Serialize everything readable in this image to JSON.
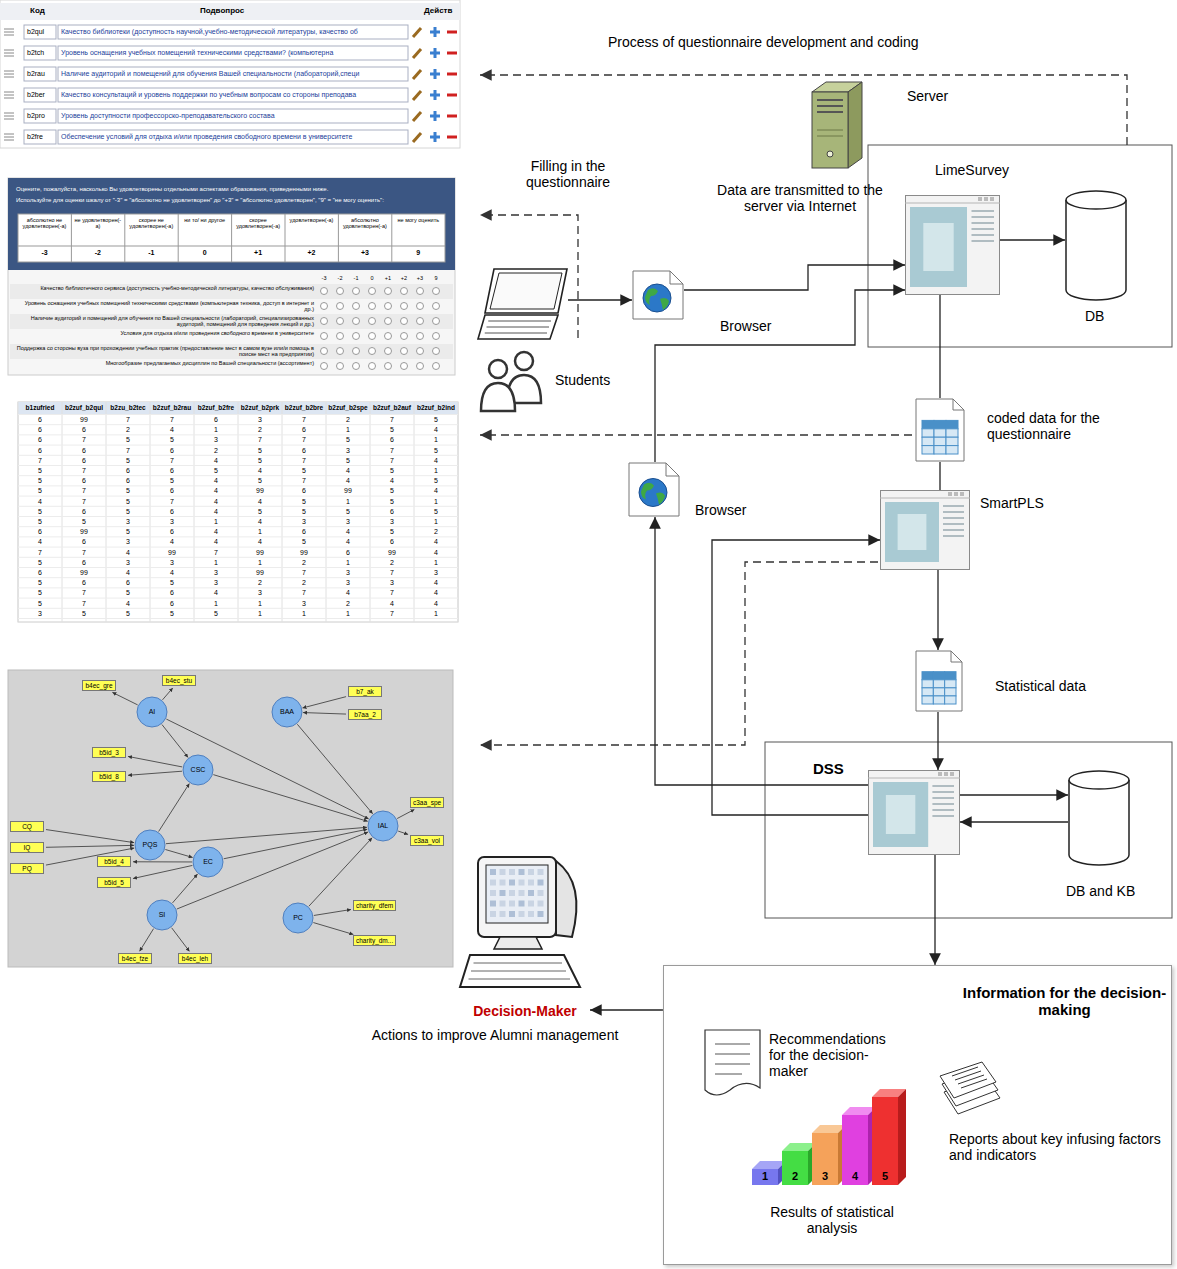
{
  "diagram": {
    "nodes": [
      {
        "text": [
          "Filling in the questionnaire"
        ]
      },
      {
        "text": [
          "Students"
        ]
      },
      {
        "text": [
          "Browser"
        ]
      },
      {
        "text": [
          "LimeSurvey"
        ]
      },
      {
        "text": [
          "DB"
        ]
      },
      {
        "text": [
          "coded data for the questionnaire"
        ]
      },
      {
        "text": [
          "SmartPLS"
        ]
      },
      {
        "text": [
          "Browser"
        ]
      },
      {
        "text": [
          "Statistical data"
        ]
      },
      {
        "text": [
          "DSS"
        ]
      },
      {
        "text": [
          "DB and KB"
        ]
      },
      {
        "text": [
          "Information for the decision-making",
          "Recommendations for the decision-maker",
          "Reports about key infusing factors and indicators",
          "Results of statistical analysis"
        ]
      },
      {
        "text": [
          "Decision-Maker",
          "Actions to improve Alumni management"
        ]
      }
    ],
    "edges": [
      {
        "from": 0,
        "to": 2,
        "arrow": "to"
      },
      {
        "from": 2,
        "to": 3,
        "arrow": "to"
      },
      {
        "from": 7,
        "to": 3,
        "arrow": "to"
      },
      {
        "from": 3,
        "to": 4,
        "arrow": "to"
      },
      {
        "from": 3,
        "to": 5,
        "arrow": "none"
      },
      {
        "from": 5,
        "to": 6,
        "arrow": "none"
      },
      {
        "from": 6,
        "to": 8,
        "arrow": "to"
      },
      {
        "from": 8,
        "to": 9,
        "arrow": "to"
      },
      {
        "from": 9,
        "to": 10,
        "arrow": "to"
      },
      {
        "from": 10,
        "to": 9,
        "arrow": "to"
      },
      {
        "from": 9,
        "to": 7,
        "arrow": "to"
      },
      {
        "from": 9,
        "to": 6,
        "arrow": "to"
      },
      {
        "from": 9,
        "to": 11,
        "arrow": "to"
      },
      {
        "from": 11,
        "to": 12,
        "arrow": "to"
      }
    ],
    "labels": [
      "Process of questionnaire development and coding",
      "Server",
      "Data are transmitted to the server via Internet",
      "1",
      "2",
      "3",
      "4",
      "5",
      "Код",
      "Подвопрос",
      "Действ",
      "b2qul",
      "Качество библиотеки (доступность научной,учебно-методической литературы, качество об",
      "b2tch",
      "Уровень оснащения учебных помещений техническими средствами? (компьютерна",
      "b2rau",
      "Наличие аудиторий и помещений для обучения Вашей специальности (лабораторий,специ",
      "b2ber",
      "Качество консультаций и уровень поддержки по учебным вопросам со стороны преподава",
      "b2pro",
      "Уровень доступности профессорско-преподавательского состава",
      "b2fre",
      "Обеспечение условий для отдыха и/или проведения свободного времени в университете",
      "Оцените, пожалуйста, насколько Вы удовлетворены отдельными аспектами образования, приведенными ниже.",
      "Используйте для оценки шкалу от \"-3\" = \"абсолютно не удовлетворен\" до \"+3\" = \"абсолютно удовлетворен\", \"9\" = \"не могу оценить\":",
      "абсолютно не удовлетворен(-а)",
      "не удовлетворен(-а)",
      "скорее не удовлетворен(-а)",
      "ни то/ ни другое",
      "скорее удовлетворен(-а)",
      "удовлетворен(-а)",
      "абсолютно удовлетворен(-а)",
      "не могу оценить",
      "-3",
      "-2",
      "-1",
      "0",
      "+1",
      "+2",
      "+3",
      "9",
      "-3",
      "-2",
      "-1",
      "0",
      "+1",
      "+2",
      "+3",
      "9",
      "Качество библиотечного сервиса (доступность учебно-методической литературы, качество обслуживания)",
      "Уровень оснащения учебных помещений техническими средствами (компьютерная техника, доступ в интернет и др.)",
      "Наличие аудиторий и помещений для обучения по Вашей специальности (лабораторий, специализированных аудиторий, помещений для проведения лекций и др.)",
      "Условия для отдыха и/или проведения свободного времени в университете",
      "Поддержка со стороны вуза при прохождении учебных практик (предоставление мест в самом вузе или/и помощь в поиске мест на предприятии)",
      "Многообразие предлагаемых дисциплин по Вашей специальности (ассортимент)",
      "b1zufried",
      "b2zuf_b2qul",
      "b2zu_b2tec",
      "b2zuf_b2rau",
      "b2zuf_b2fre",
      "b2zuf_b2prk",
      "b2zuf_b2bre",
      "b2zuf_b2spe",
      "b2zuf_b2auf",
      "b2zuf_b2ind",
      "6",
      "99",
      "7",
      "7",
      "6",
      "3",
      "7",
      "2",
      "7",
      "5",
      "6",
      "6",
      "2",
      "4",
      "1",
      "2",
      "6",
      "1",
      "5",
      "4",
      "6",
      "7",
      "5",
      "5",
      "3",
      "7",
      "7",
      "5",
      "6",
      "1",
      "6",
      "6",
      "7",
      "6",
      "2",
      "5",
      "6",
      "3",
      "7",
      "5",
      "7",
      "6",
      "5",
      "7",
      "4",
      "5",
      "7",
      "5",
      "7",
      "4",
      "5",
      "7",
      "6",
      "6",
      "5",
      "4",
      "5",
      "4",
      "5",
      "1",
      "5",
      "6",
      "6",
      "5",
      "4",
      "5",
      "7",
      "4",
      "4",
      "5",
      "5",
      "7",
      "5",
      "6",
      "4",
      "99",
      "6",
      "99",
      "5",
      "4",
      "4",
      "7",
      "5",
      "7",
      "4",
      "4",
      "5",
      "1",
      "5",
      "1",
      "5",
      "6",
      "5",
      "6",
      "4",
      "5",
      "5",
      "5",
      "6",
      "5",
      "5",
      "5",
      "3",
      "3",
      "1",
      "4",
      "3",
      "3",
      "3",
      "1",
      "6",
      "99",
      "5",
      "6",
      "4",
      "1",
      "6",
      "4",
      "5",
      "2",
      "4",
      "6",
      "3",
      "4",
      "4",
      "4",
      "5",
      "4",
      "6",
      "4",
      "7",
      "7",
      "4",
      "99",
      "7",
      "99",
      "99",
      "6",
      "99",
      "4",
      "5",
      "6",
      "3",
      "3",
      "1",
      "1",
      "2",
      "1",
      "2",
      "1",
      "6",
      "99",
      "4",
      "4",
      "3",
      "99",
      "7",
      "3",
      "7",
      "3",
      "5",
      "6",
      "6",
      "5",
      "3",
      "2",
      "2",
      "3",
      "3",
      "4",
      "5",
      "7",
      "5",
      "6",
      "4",
      "3",
      "7",
      "4",
      "7",
      "4",
      "5",
      "7",
      "4",
      "6",
      "1",
      "1",
      "3",
      "2",
      "4",
      "4",
      "3",
      "5",
      "5",
      "5",
      "5",
      "1",
      "1",
      "1",
      "7",
      "1",
      "AI",
      "BAA",
      "CSC",
      "PQS",
      "EC",
      "SI",
      "PC",
      "IAL",
      "b4ec_gre",
      "b4ec_stu",
      "b7_ak",
      "b7aa_2",
      "b5id_3",
      "b5id_8",
      "CQ",
      "IQ",
      "PQ",
      "c3aa_spe",
      "c3aa_vol",
      "b5id_4",
      "b5id_5",
      "charity_dfem",
      "charity_dm...",
      "b4ec_fze",
      "b4ec_leh"
    ]
  }
}
